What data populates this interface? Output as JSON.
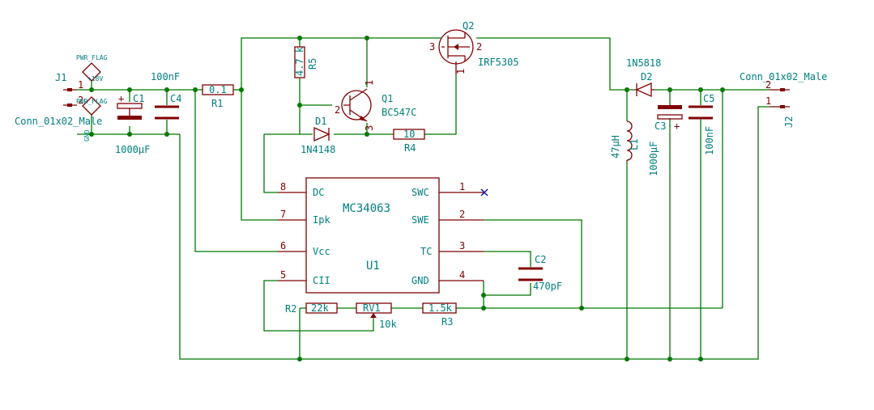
{
  "components": {
    "J1": {
      "ref": "J1",
      "value": "Conn_01x02_Male",
      "pins": [
        "1",
        "2"
      ]
    },
    "J2": {
      "ref": "J2",
      "value": "Conn_01x02_Male",
      "pins": [
        "2",
        "1"
      ]
    },
    "PF1": {
      "value": "PWR_FLAG",
      "net": "+18V"
    },
    "PF2": {
      "value": "PWR_FLAG",
      "net": "GND"
    },
    "C1": {
      "ref": "C1",
      "value": "1000µF"
    },
    "C4": {
      "ref": "C4",
      "value": "100nF"
    },
    "R1": {
      "ref": "R1",
      "value": "0.1"
    },
    "R5": {
      "ref": "R5",
      "value": "4.7 k"
    },
    "Q1": {
      "ref": "Q1",
      "value": "BC547C",
      "pins": [
        "1",
        "2",
        "3"
      ]
    },
    "Q2": {
      "ref": "Q2",
      "value": "IRF5305",
      "pins": [
        "1",
        "2",
        "3"
      ]
    },
    "D1": {
      "ref": "D1",
      "value": "1N4148"
    },
    "R4": {
      "ref": "R4",
      "value": "10"
    },
    "D2": {
      "ref": "D2",
      "value": "1N5818"
    },
    "L1": {
      "ref": "L1",
      "value": "47µH"
    },
    "C3": {
      "ref": "C3",
      "value": "1000µF"
    },
    "C5": {
      "ref": "C5",
      "value": "100nF"
    },
    "U1": {
      "ref": "U1",
      "value": "MC34063",
      "left_pins": [
        {
          "num": "8",
          "name": "DC"
        },
        {
          "num": "7",
          "name": "Ipk"
        },
        {
          "num": "6",
          "name": "Vcc"
        },
        {
          "num": "5",
          "name": "CII"
        }
      ],
      "right_pins": [
        {
          "num": "1",
          "name": "SWC"
        },
        {
          "num": "2",
          "name": "SWE"
        },
        {
          "num": "3",
          "name": "TC"
        },
        {
          "num": "4",
          "name": "GND"
        }
      ]
    },
    "C2": {
      "ref": "C2",
      "value": "470pF"
    },
    "R2": {
      "ref": "R2",
      "value": "22k"
    },
    "RV1": {
      "ref": "RV1",
      "value": "10k"
    },
    "R3": {
      "ref": "R3",
      "value": "1.5k"
    }
  }
}
